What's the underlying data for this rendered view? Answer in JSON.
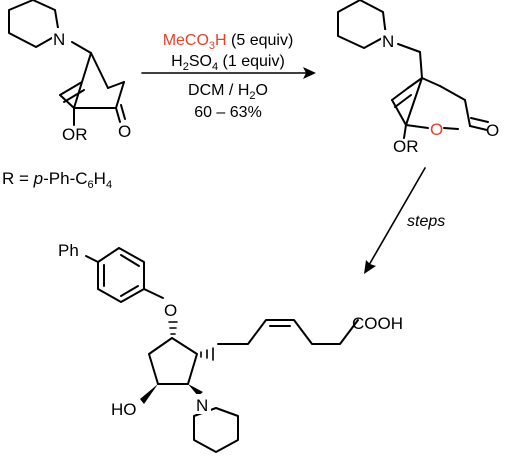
{
  "reagents": {
    "oxidant": {
      "label": "MeCO",
      "sub": "3",
      "tail": "H",
      "amount": " (5 equiv)",
      "color": "#e0442b"
    },
    "acid": {
      "label": "H",
      "sub": "2",
      "tail": "SO",
      "sub2": "4",
      "amount": " (1 equiv)"
    },
    "solvent": {
      "label": "DCM / H",
      "sub": "2",
      "tail": "O"
    },
    "yield": "60 – 63%"
  },
  "start_material": {
    "amine": "N",
    "ether": "OR",
    "carbonyl": "O",
    "r_group": {
      "prefix": "R = ",
      "italic": "p",
      "mid": "-Ph-C",
      "sub1": "6",
      "h": "H",
      "sub2": "4"
    }
  },
  "lactone": {
    "amine": "N",
    "ring_oxygen": "O",
    "carbonyl": "O",
    "ether": "OR"
  },
  "steps_label": "steps",
  "final_product": {
    "phenyl": "Ph",
    "ether_oxygen": "O",
    "acid": "COOH",
    "hydroxyl": "HO",
    "amine": "N"
  }
}
